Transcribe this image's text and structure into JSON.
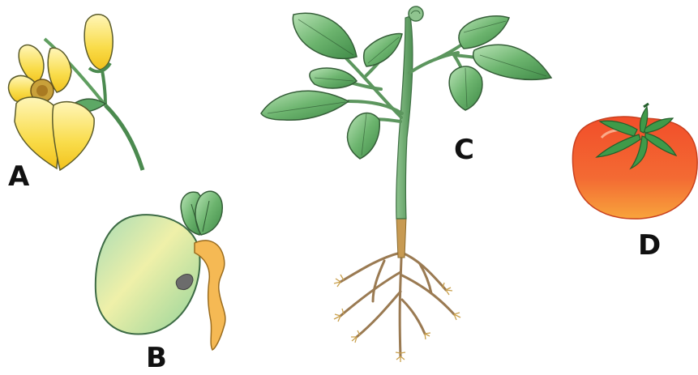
{
  "labels": {
    "a": "A",
    "b": "B",
    "c": "C",
    "d": "D"
  },
  "colors": {
    "petal_yellow": "#f7d43a",
    "leaf_green": "#4f9a55",
    "stem_green": "#5f9e60",
    "root_tan": "#c79a52",
    "seed_green": "#a8dcb0",
    "seed_yellow": "#f0ecab",
    "tomato_red": "#f2542a",
    "tomato_orange": "#f79a38",
    "outline": "#3c5a3c"
  },
  "icons": {
    "a": "flower-icon",
    "b": "germinating-seed-icon",
    "c": "plant-icon",
    "d": "tomato-icon"
  }
}
